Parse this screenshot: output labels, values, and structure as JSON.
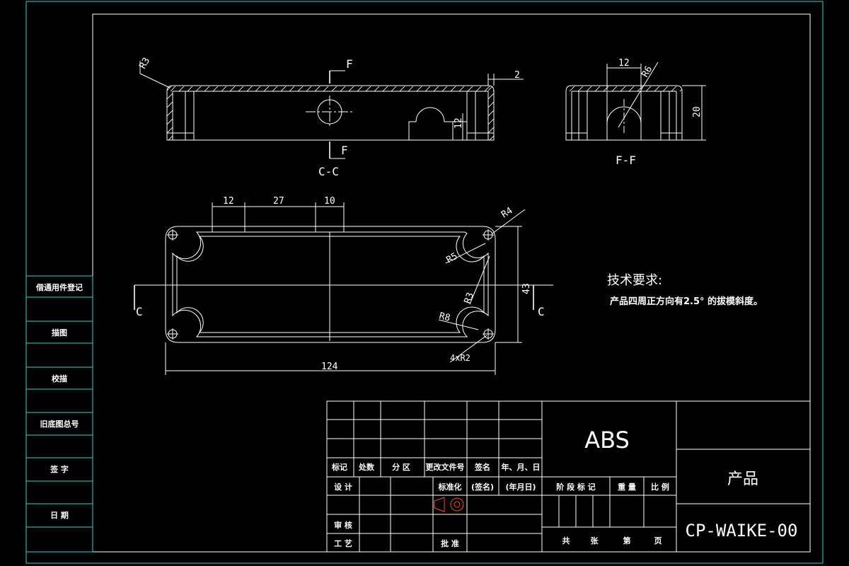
{
  "views": {
    "section_cc": {
      "label": "C-C",
      "cut_label_top": "F",
      "cut_label_bottom": "F",
      "dims": {
        "wall": "2",
        "cutout_h": "12",
        "corner_r": "R3"
      }
    },
    "section_ff": {
      "label": "F-F",
      "dims": {
        "width": "12",
        "radius": "R6",
        "height": "20"
      }
    },
    "plan": {
      "cut_left": "C",
      "cut_right": "C",
      "dims": {
        "d12": "12",
        "d27": "27",
        "d10": "10",
        "r4": "R4",
        "r5": "R5",
        "r3": "R3",
        "r8": "R8",
        "holes": "4xR2",
        "height": "43",
        "length": "124"
      }
    }
  },
  "notes": {
    "title": "技术要求:",
    "line1": "产品四周正方向有2.5° 的拔模斜度。"
  },
  "left_strip": [
    "借通用件登记",
    "描图",
    "校描",
    "旧底图总号",
    "签  字",
    "日  期"
  ],
  "title_block": {
    "headers": [
      "标记",
      "处数",
      "分 区",
      "更改文件号",
      "签名",
      "年、月、日"
    ],
    "design": "设 计",
    "standard": "标准化",
    "sign_name": "(签名)",
    "sign_date": "(年月日)",
    "review": "审 核",
    "process": "工 艺",
    "approve": "批 准",
    "stage_row": [
      "阶 段 标 记",
      "重 量",
      "比 例"
    ],
    "sheet_row": [
      "共",
      "张",
      "第",
      "页"
    ],
    "material": "ABS",
    "part_name": "产品",
    "drawing_no": "CP-WAIKE-00"
  },
  "colors": {
    "background": "#000000",
    "lines": "#ffffff",
    "outer_frame": "#2ad4d4"
  }
}
